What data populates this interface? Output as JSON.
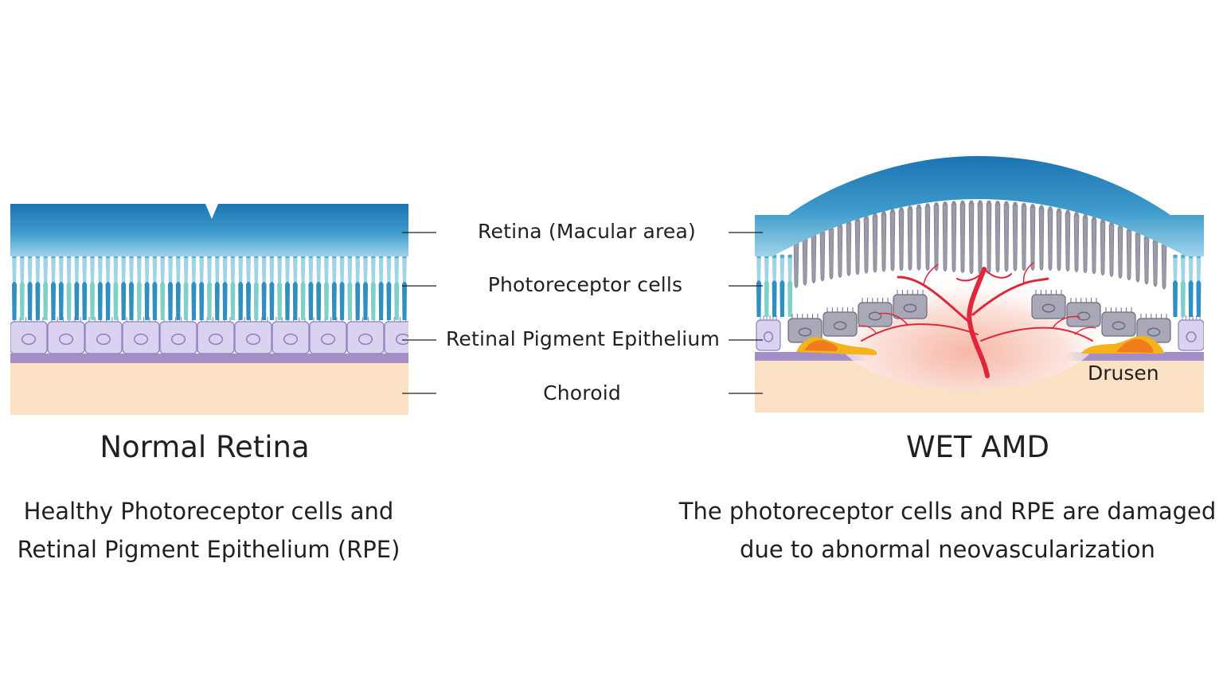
{
  "layer_labels": [
    "Retina (Macular area)",
    "Photoreceptor cells",
    "Retinal Pigment Epithelium",
    "Choroid"
  ],
  "panels": {
    "normal": {
      "title": "Normal Retina",
      "caption_lines": [
        "Healthy Photoreceptor cells and",
        "Retinal Pigment Epithelium (RPE)"
      ]
    },
    "wet": {
      "title": "WET AMD",
      "caption_lines": [
        "The photoreceptor cells and RPE are damaged",
        "due to abnormal neovascularization"
      ],
      "drusen_label": "Drusen"
    }
  },
  "colors": {
    "retina_top": "#1f7fb8",
    "retina_bottom": "#8fcbe6",
    "photoreceptor_rod": "#2f8fbf",
    "photoreceptor_cone": "#7fd0c8",
    "rpe_cell": "#d9d3ef",
    "rpe_border": "#8e7fc0",
    "bruch_membrane": "#a48ec6",
    "choroid": "#fbe1c4",
    "damaged_cells": "#9a9aa8",
    "vessels": "#e0263a",
    "drusen": "#f5b21b"
  }
}
